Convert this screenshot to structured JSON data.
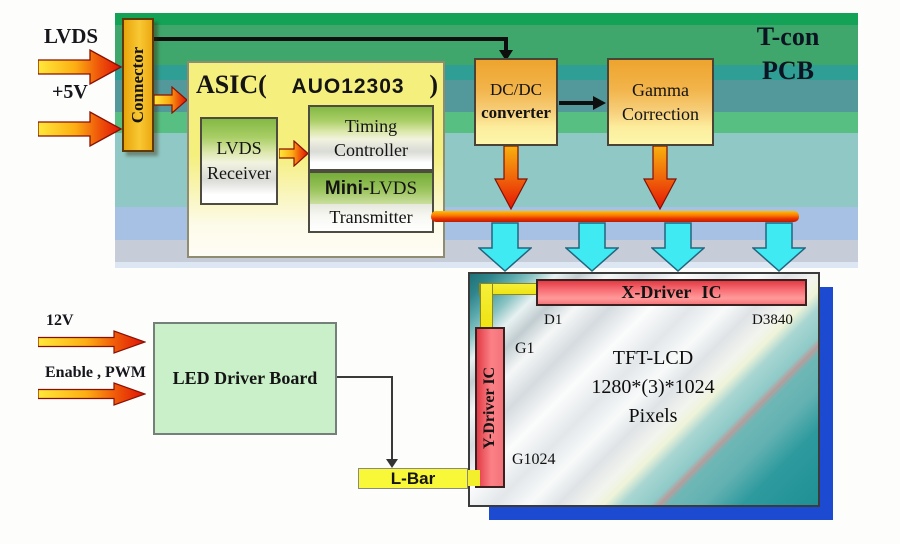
{
  "tcon": {
    "label": {
      "line1": "T-con",
      "line2": "PCB"
    },
    "connector_label": "Connector",
    "asic": {
      "title_prefix": "ASIC(",
      "title_chip": "AUO12303",
      "title_suffix": ")",
      "lvds_receiver": {
        "line1": "LVDS",
        "line2": "Receiver"
      },
      "timing_controller": {
        "line1": "Timing",
        "line2": "Controller"
      },
      "mini_lvds": {
        "mini": "Mini-",
        "lvds": "LVDS",
        "line2": "Transmitter"
      }
    },
    "dcdc": {
      "line1": "DC/DC",
      "line2": "converter"
    },
    "gamma": {
      "line1": "Gamma",
      "line2": "Correction"
    }
  },
  "inputs": {
    "lvds": "LVDS",
    "plus5v": "+5V",
    "v12": "12V",
    "enable_pwm": "Enable , PWM"
  },
  "backlight": {
    "led_board": "LED Driver Board",
    "lbar": "L-Bar"
  },
  "panel": {
    "xdriver": "X-Driver IC",
    "ydriver": "Y-Driver IC",
    "d1": "D1",
    "d3840": "D3840",
    "g1": "G1",
    "g1024": "G1024",
    "center_line1": "TFT-LCD",
    "center_line2": "1280*(3)*1024",
    "center_line3": "Pixels"
  },
  "colors": {
    "tcon_band_top_green": "#14a257",
    "tcon_band_teal": "#53999c",
    "tcon_band_light_blue": "#a6c1e4",
    "connector_gold": "#f2b51a",
    "asic_yellow": "#f5ef7e",
    "box_orange": "#eea42e",
    "green_band": "#84b944",
    "arrow_yellow": "#ffe93a",
    "arrow_red": "#e01205",
    "bus_orange_top": "#ffbe02",
    "bus_red_bottom": "#bd1a02",
    "cyan_arrow": "#3feaf2",
    "driver_red": "#e23b45",
    "driver_red_light": "#ff9a9a",
    "panel_shadow_blue": "#1c4bd2",
    "led_green": "#c9f0c9",
    "lbar_yellow": "#f8f838",
    "panel_teal_corner": "#1e7076"
  }
}
